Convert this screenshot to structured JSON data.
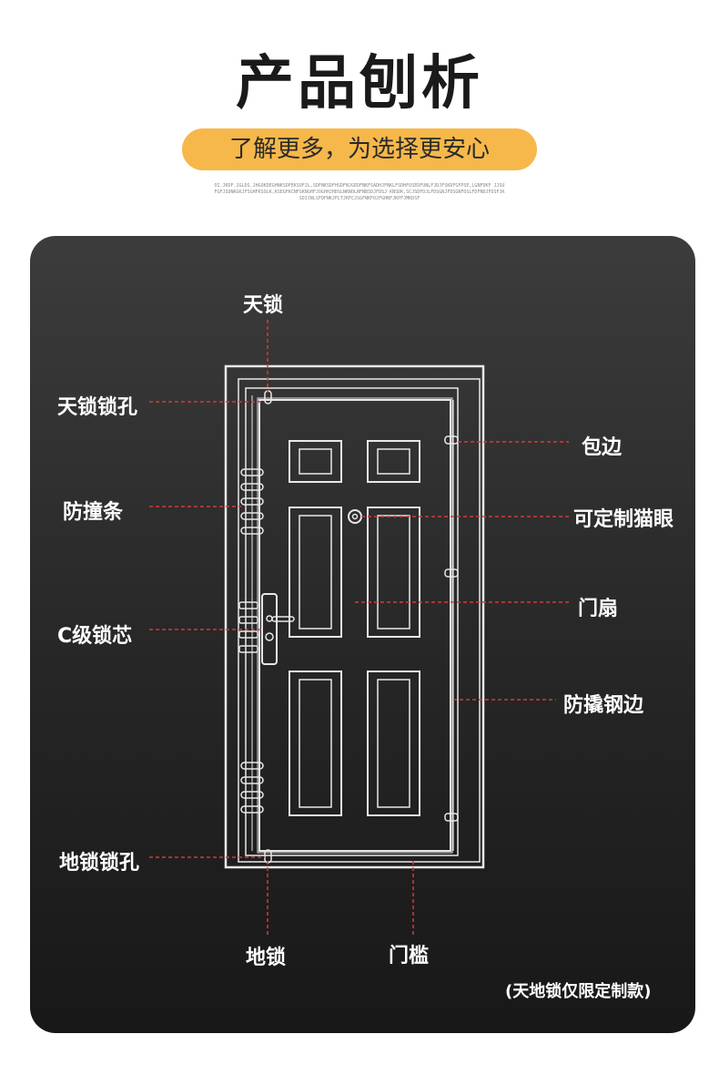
{
  "header": {
    "title": "产品刨析",
    "subtitle": "了解更多，为选择更安心",
    "fine_print": "OI.JKDF.2GLDS.JHGOKDEGHNKSDFEKSOFJL,SDFNKSDFHSDFNJGEDFNKFSADHJFNKLFSDHFOSEDFUNLFJDJFSKDFGFPSE,LGNFDKF JJSUFGFJSDNKGKJFSGHFKSOLK,KSEGFKCNFSKNGHFJOGHHJHDSLNKNOLNFNBSDJFDSJ KNSDK,SCJSDFDJLFDSGNJFDSGNFDSLFDFNDJFDSFJKSDJJNLSFDFNKJFLTJKFCJSGFNKFOJFGHNFJKPFJMKDSF",
    "accent_color": "#f6b84a"
  },
  "diagram": {
    "labels": {
      "top_lock": "天锁",
      "top_lock_hole": "天锁锁孔",
      "anti_collision_strip": "防撞条",
      "c_lock_core": "C级锁芯",
      "bottom_lock_hole": "地锁锁孔",
      "bottom_lock": "地锁",
      "threshold": "门槛",
      "edge_wrap": "包边",
      "custom_peephole": "可定制猫眼",
      "door_leaf": "门扇",
      "anti_pry_steel_edge": "防撬钢边"
    },
    "note": "(天地锁仅限定制款)",
    "leader_line_color": "#d33a3a",
    "panel_color": "#2c2c2c"
  }
}
